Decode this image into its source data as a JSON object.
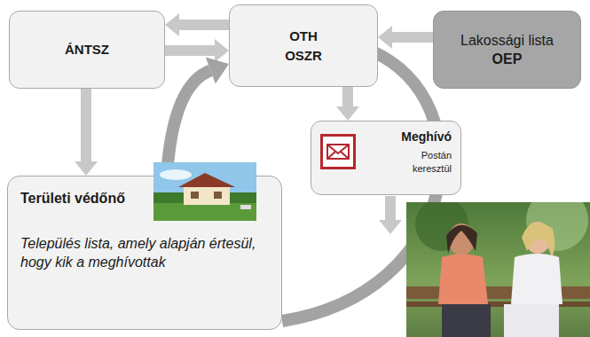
{
  "diagram": {
    "nodes": [
      {
        "text": [
          "ÁNTSZ"
        ]
      },
      {
        "text": [
          "OTH",
          "OSZR"
        ]
      },
      {
        "text": [
          "Lakossági lista",
          "OEP"
        ]
      },
      {
        "text": [
          "Meghívó",
          "Postán keresztül"
        ]
      },
      {
        "text": [
          "Területi védőnő",
          "Település lista, amely alapján értesül, hogy kik a meghívottak"
        ]
      }
    ],
    "edges": [
      {
        "from": 1,
        "to": 0,
        "arrow": "to"
      },
      {
        "from": 0,
        "to": 1,
        "arrow": "to"
      },
      {
        "from": 2,
        "to": 1,
        "arrow": "to"
      },
      {
        "from": 1,
        "to": 3,
        "arrow": "to"
      },
      {
        "from": 0,
        "to": 4,
        "arrow": "to"
      },
      {
        "from": 4,
        "to": 1,
        "arrow": "to"
      }
    ]
  }
}
